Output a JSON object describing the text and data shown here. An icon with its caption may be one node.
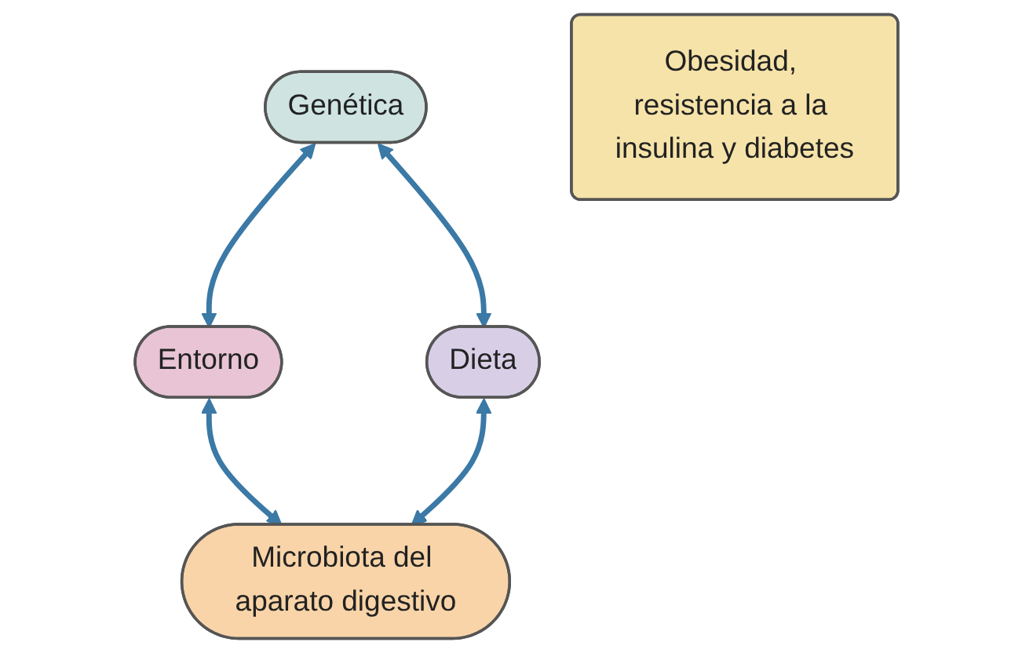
{
  "diagram": {
    "nodes": [
      {
        "text": [
          "Genética"
        ]
      },
      {
        "text": [
          "Entorno"
        ]
      },
      {
        "text": [
          "Obesidad, resistencia a la insulina y diabetes"
        ]
      },
      {
        "text": [
          "Dieta"
        ]
      },
      {
        "text": [
          "Microbiota del aparato digestivo"
        ]
      }
    ],
    "edges": [
      {
        "from": 0,
        "to": 1,
        "arrow": "both"
      },
      {
        "from": 0,
        "to": 3,
        "arrow": "both"
      },
      {
        "from": 1,
        "to": 4,
        "arrow": "both"
      },
      {
        "from": 3,
        "to": 4,
        "arrow": "both"
      }
    ]
  }
}
